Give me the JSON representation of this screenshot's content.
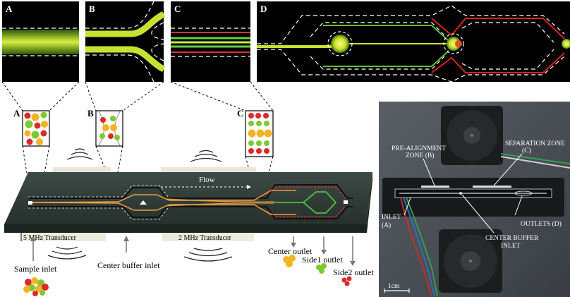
{
  "panels": {
    "a": "A",
    "b": "B",
    "c": "C",
    "d": "D"
  },
  "insets": {
    "a": "A",
    "b": "B",
    "c": "C"
  },
  "chip": {
    "flow": "Flow",
    "transducer_5": "5 MHz Transducer",
    "transducer_2": "2 MHz Transducer"
  },
  "annotations": {
    "sample_inlet": "Sample inlet",
    "center_buffer_inlet": "Center buffer inlet",
    "center_outlet": "Center outlet",
    "side1_outlet": "Side1 outlet",
    "side2_outlet": "Side2 outlet"
  },
  "photo": {
    "pre_alignment_1": "PRE-ALIGNMENT",
    "pre_alignment_2": "ZONE (B)",
    "separation_1": "SEPARATION ZONE",
    "separation_2": "(C)",
    "inlet_1": "INLET",
    "inlet_2": "(A)",
    "outlets": "OUTLETS (D)",
    "center_buffer_1": "CENTER BUFFER",
    "center_buffer_2": "INLET",
    "scale": "1cm"
  },
  "colors": {
    "green_particle": "#7ec832",
    "yellow_particle": "#f4b422",
    "red_particle": "#dd2a28",
    "chip_body": "#2e3a36"
  }
}
